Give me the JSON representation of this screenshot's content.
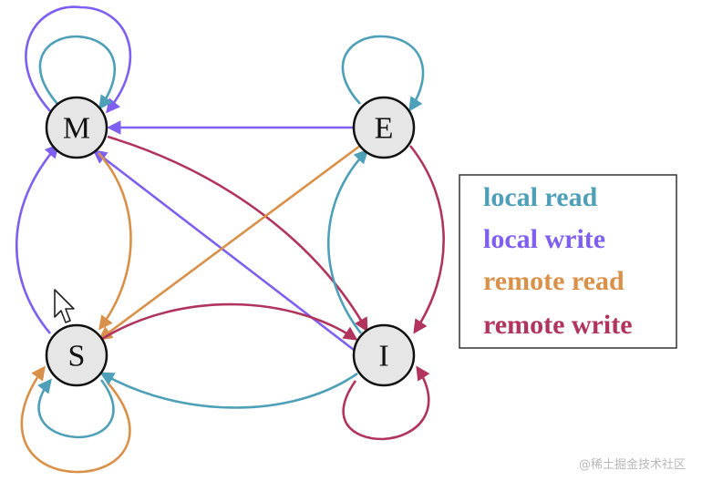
{
  "colors": {
    "local_read": "#4e9fb8",
    "local_write": "#7f5ff0",
    "remote_read": "#d9914a",
    "remote_write": "#b0345e"
  },
  "nodes": {
    "M": "M",
    "E": "E",
    "S": "S",
    "I": "I"
  },
  "legend": {
    "local_read": "local read",
    "local_write": "local write",
    "remote_read": "remote read",
    "remote_write": "remote write"
  },
  "watermark": "@稀土掘金技术社区",
  "cursor_icon": "arrow-cursor-icon"
}
